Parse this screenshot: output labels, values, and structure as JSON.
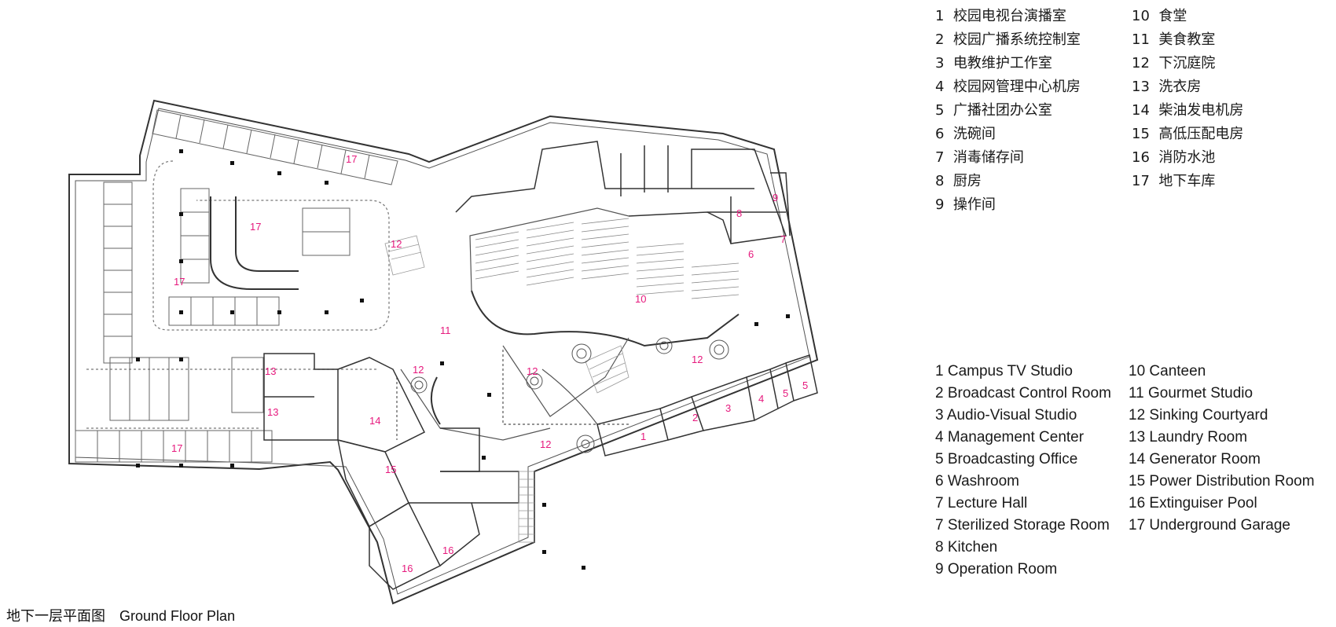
{
  "legend_cn": {
    "col1": [
      {
        "num": "1",
        "text": "校园电视台演播室"
      },
      {
        "num": "2",
        "text": "校园广播系统控制室"
      },
      {
        "num": "3",
        "text": "电教维护工作室"
      },
      {
        "num": "4",
        "text": "校园网管理中心机房"
      },
      {
        "num": "5",
        "text": "广播社团办公室"
      },
      {
        "num": "6",
        "text": "洗碗间"
      },
      {
        "num": "7",
        "text": "消毒储存间"
      },
      {
        "num": "8",
        "text": "厨房"
      },
      {
        "num": "9",
        "text": "操作间"
      }
    ],
    "col2": [
      {
        "num": "10",
        "text": "食堂"
      },
      {
        "num": "11",
        "text": "美食教室"
      },
      {
        "num": "12",
        "text": "下沉庭院"
      },
      {
        "num": "13",
        "text": "洗衣房"
      },
      {
        "num": "14",
        "text": "柴油发电机房"
      },
      {
        "num": "15",
        "text": "高低压配电房"
      },
      {
        "num": "16",
        "text": "消防水池"
      },
      {
        "num": "17",
        "text": "地下车库"
      }
    ]
  },
  "legend_en": {
    "col1": [
      {
        "num": "1",
        "text": "Campus TV Studio"
      },
      {
        "num": "2",
        "text": "Broadcast Control Room"
      },
      {
        "num": "3",
        "text": "Audio-Visual Studio"
      },
      {
        "num": "4",
        "text": "Management Center"
      },
      {
        "num": "5",
        "text": "Broadcasting Office"
      },
      {
        "num": "6",
        "text": "Washroom"
      },
      {
        "num": "7",
        "text": "Lecture Hall"
      },
      {
        "num": "7",
        "text": "Sterilized Storage Room"
      },
      {
        "num": "8",
        "text": "Kitchen"
      },
      {
        "num": "9",
        "text": "Operation Room"
      }
    ],
    "col2": [
      {
        "num": "10",
        "text": "Canteen"
      },
      {
        "num": "11",
        "text": "Gourmet Studio"
      },
      {
        "num": "12",
        "text": "Sinking Courtyard"
      },
      {
        "num": "13",
        "text": "Laundry Room"
      },
      {
        "num": "14",
        "text": "Generator Room"
      },
      {
        "num": "15",
        "text": "Power Distribution Room"
      },
      {
        "num": "16",
        "text": "Extinguiser Pool"
      },
      {
        "num": "17",
        "text": "Underground Garage"
      }
    ]
  },
  "caption": {
    "cn": "地下一层平面图",
    "en": "Ground Floor Plan"
  },
  "room_labels": [
    "17",
    "17",
    "17",
    "17",
    "12",
    "11",
    "12",
    "12",
    "10",
    "12",
    "12",
    "13",
    "13",
    "14",
    "15",
    "16",
    "16",
    "1",
    "2",
    "3",
    "4",
    "5",
    "5",
    "6",
    "7",
    "8",
    "9"
  ],
  "colors": {
    "label": "#e6197d",
    "line": "#555555",
    "wall": "#333333",
    "hatch": "#bbbbbb"
  }
}
